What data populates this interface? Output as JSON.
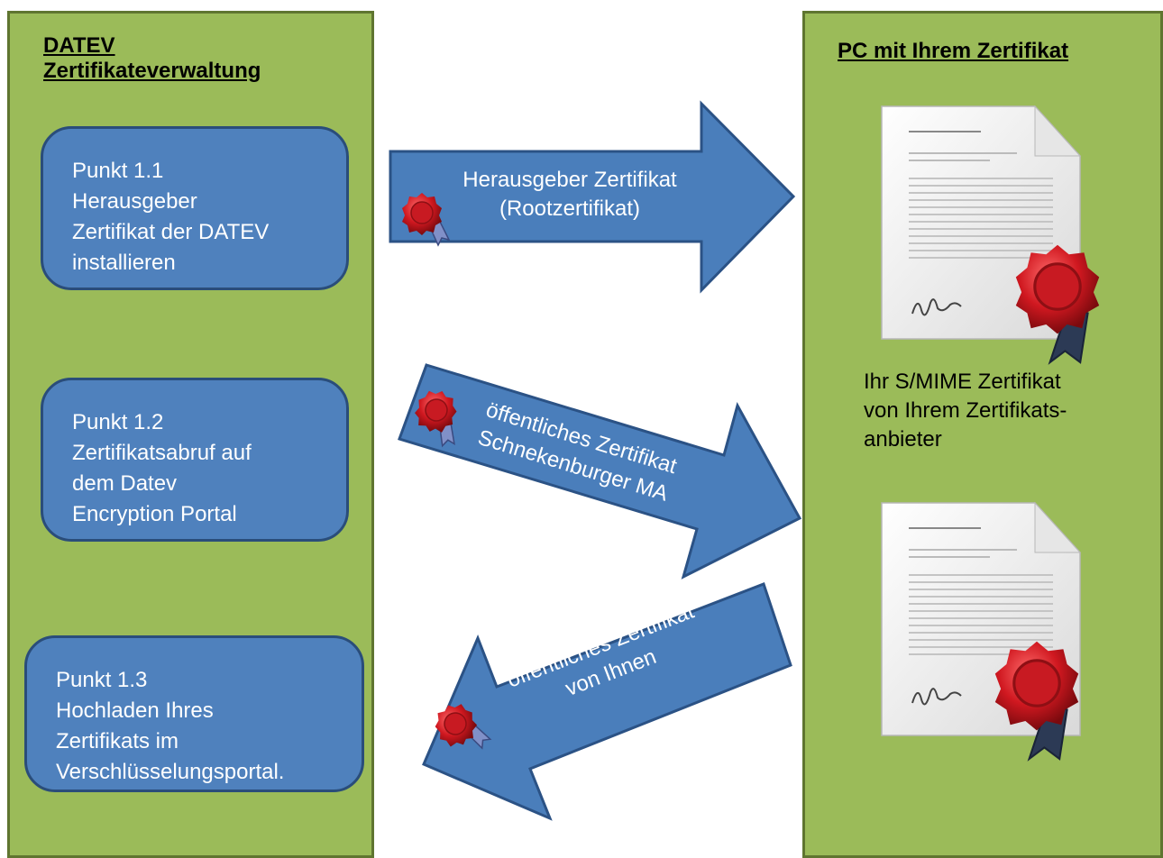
{
  "left_panel": {
    "title_line1": "DATEV",
    "title_line2": "Zertifikateverwaltung",
    "steps": [
      {
        "lines": [
          "Punkt 1.1",
          "Herausgeber",
          "Zertifikat der DATEV",
          "installieren"
        ]
      },
      {
        "lines": [
          "Punkt 1.2",
          "Zertifikatsabruf auf",
          "dem Datev",
          "Encryption Portal"
        ]
      },
      {
        "lines": [
          "Punkt 1.3",
          "Hochladen Ihres",
          "Zertifikats im",
          "Verschlüsselungsportal."
        ]
      }
    ]
  },
  "right_panel": {
    "title": "PC mit Ihrem Zertifikat",
    "caption_lines": [
      "Ihr S/MIME Zertifikat",
      "von Ihrem Zertifikats-",
      "anbieter"
    ]
  },
  "arrows": [
    {
      "direction": "right",
      "lines": [
        "Herausgeber Zertifikat",
        "(Rootzertifikat)"
      ]
    },
    {
      "direction": "right-down",
      "lines": [
        "öffentliches Zertifikat",
        "Schnekenburger MA"
      ]
    },
    {
      "direction": "left-down",
      "lines": [
        "öffentliches Zertifikat",
        "von Ihnen"
      ]
    }
  ],
  "colors": {
    "panel_green": "#9bbb59",
    "panel_border": "#5f7530",
    "step_blue": "#4f81bd",
    "arrow_blue": "#4a7ebb",
    "seal_red": "#c0141b"
  },
  "icons": [
    "wax-seal-icon",
    "certificate-document-icon",
    "ribbon-icon"
  ]
}
